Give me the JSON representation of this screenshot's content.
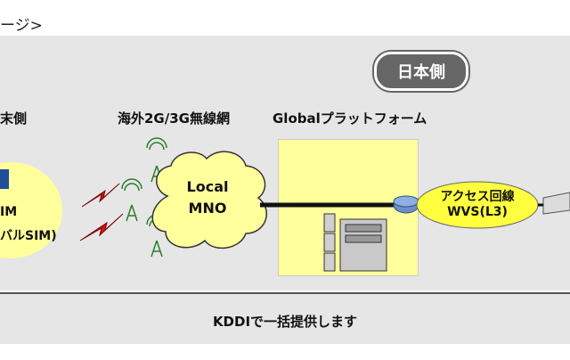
{
  "caption": "ージ>",
  "badge": "日本側",
  "labels": {
    "terminal_side": "末側",
    "overseas_network": "海外2G/3G無線網",
    "global_platform": "Globalプラットフォーム"
  },
  "cloud": {
    "line1": "Local",
    "line2": "MNO"
  },
  "sim": {
    "line1": "IM",
    "line2": "バルSIM)"
  },
  "access": {
    "line1": "アクセス回線",
    "line2": "WVS(L3)"
  },
  "bottom_text": "KDDIで一括提供します",
  "colors": {
    "panel": "#e6e6e6",
    "yellow": "#ffff9c",
    "badge": "#666666",
    "lightning": "#d21414"
  }
}
